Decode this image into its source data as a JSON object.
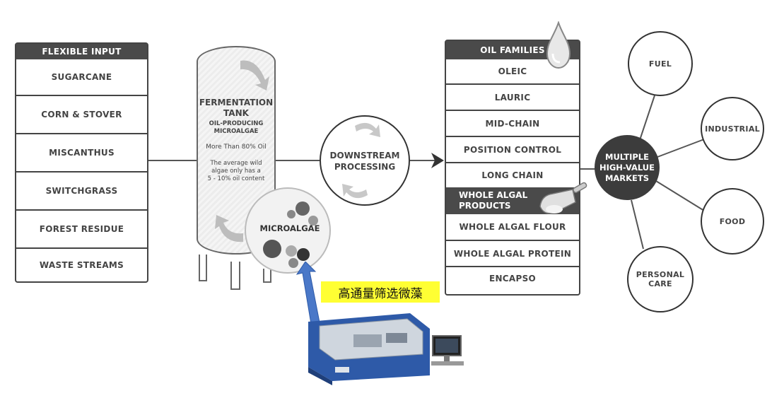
{
  "flexible_input": {
    "header": "FLEXIBLE INPUT",
    "items": [
      "SUGARCANE",
      "CORN & STOVER",
      "MISCANTHUS",
      "SWITCHGRASS",
      "FOREST RESIDUE",
      "WASTE STREAMS"
    ]
  },
  "tank": {
    "title_line1": "FERMENTATION",
    "title_line2": "TANK",
    "subtitle_line1": "OIL-PRODUCING",
    "subtitle_line2": "MICROALGAE",
    "oil_note": "More Than 80% Oil",
    "wild_line1": "The average wild",
    "wild_line2": "algae only has a",
    "wild_line3": "5 - 10% oil content"
  },
  "microalgae": {
    "label": "MICROALGAE"
  },
  "processing": {
    "line1": "DOWNSTREAM",
    "line2": "PROCESSING"
  },
  "oil_families": {
    "header": "OIL FAMILIES",
    "items": [
      "OLEIC",
      "LAURIC",
      "MID-CHAIN",
      "POSITION CONTROL",
      "LONG CHAIN"
    ],
    "whole_header_line1": "WHOLE ALGAL",
    "whole_header_line2": "PRODUCTS",
    "whole_items": [
      "WHOLE ALGAL FLOUR",
      "WHOLE ALGAL PROTEIN",
      "ENCAPSO"
    ]
  },
  "hub": {
    "line1": "MULTIPLE",
    "line2": "HIGH-VALUE",
    "line3": "MARKETS"
  },
  "markets": {
    "fuel": "FUEL",
    "industrial": "INDUSTRIAL",
    "food": "FOOD",
    "personal_line1": "PERSONAL",
    "personal_line2": "CARE"
  },
  "callout": {
    "text": "高通量筛选微藻"
  },
  "colors": {
    "dark": "#4a4a4a",
    "callout_bg": "#ffff33",
    "arrow_blue": "#4a78c8"
  }
}
